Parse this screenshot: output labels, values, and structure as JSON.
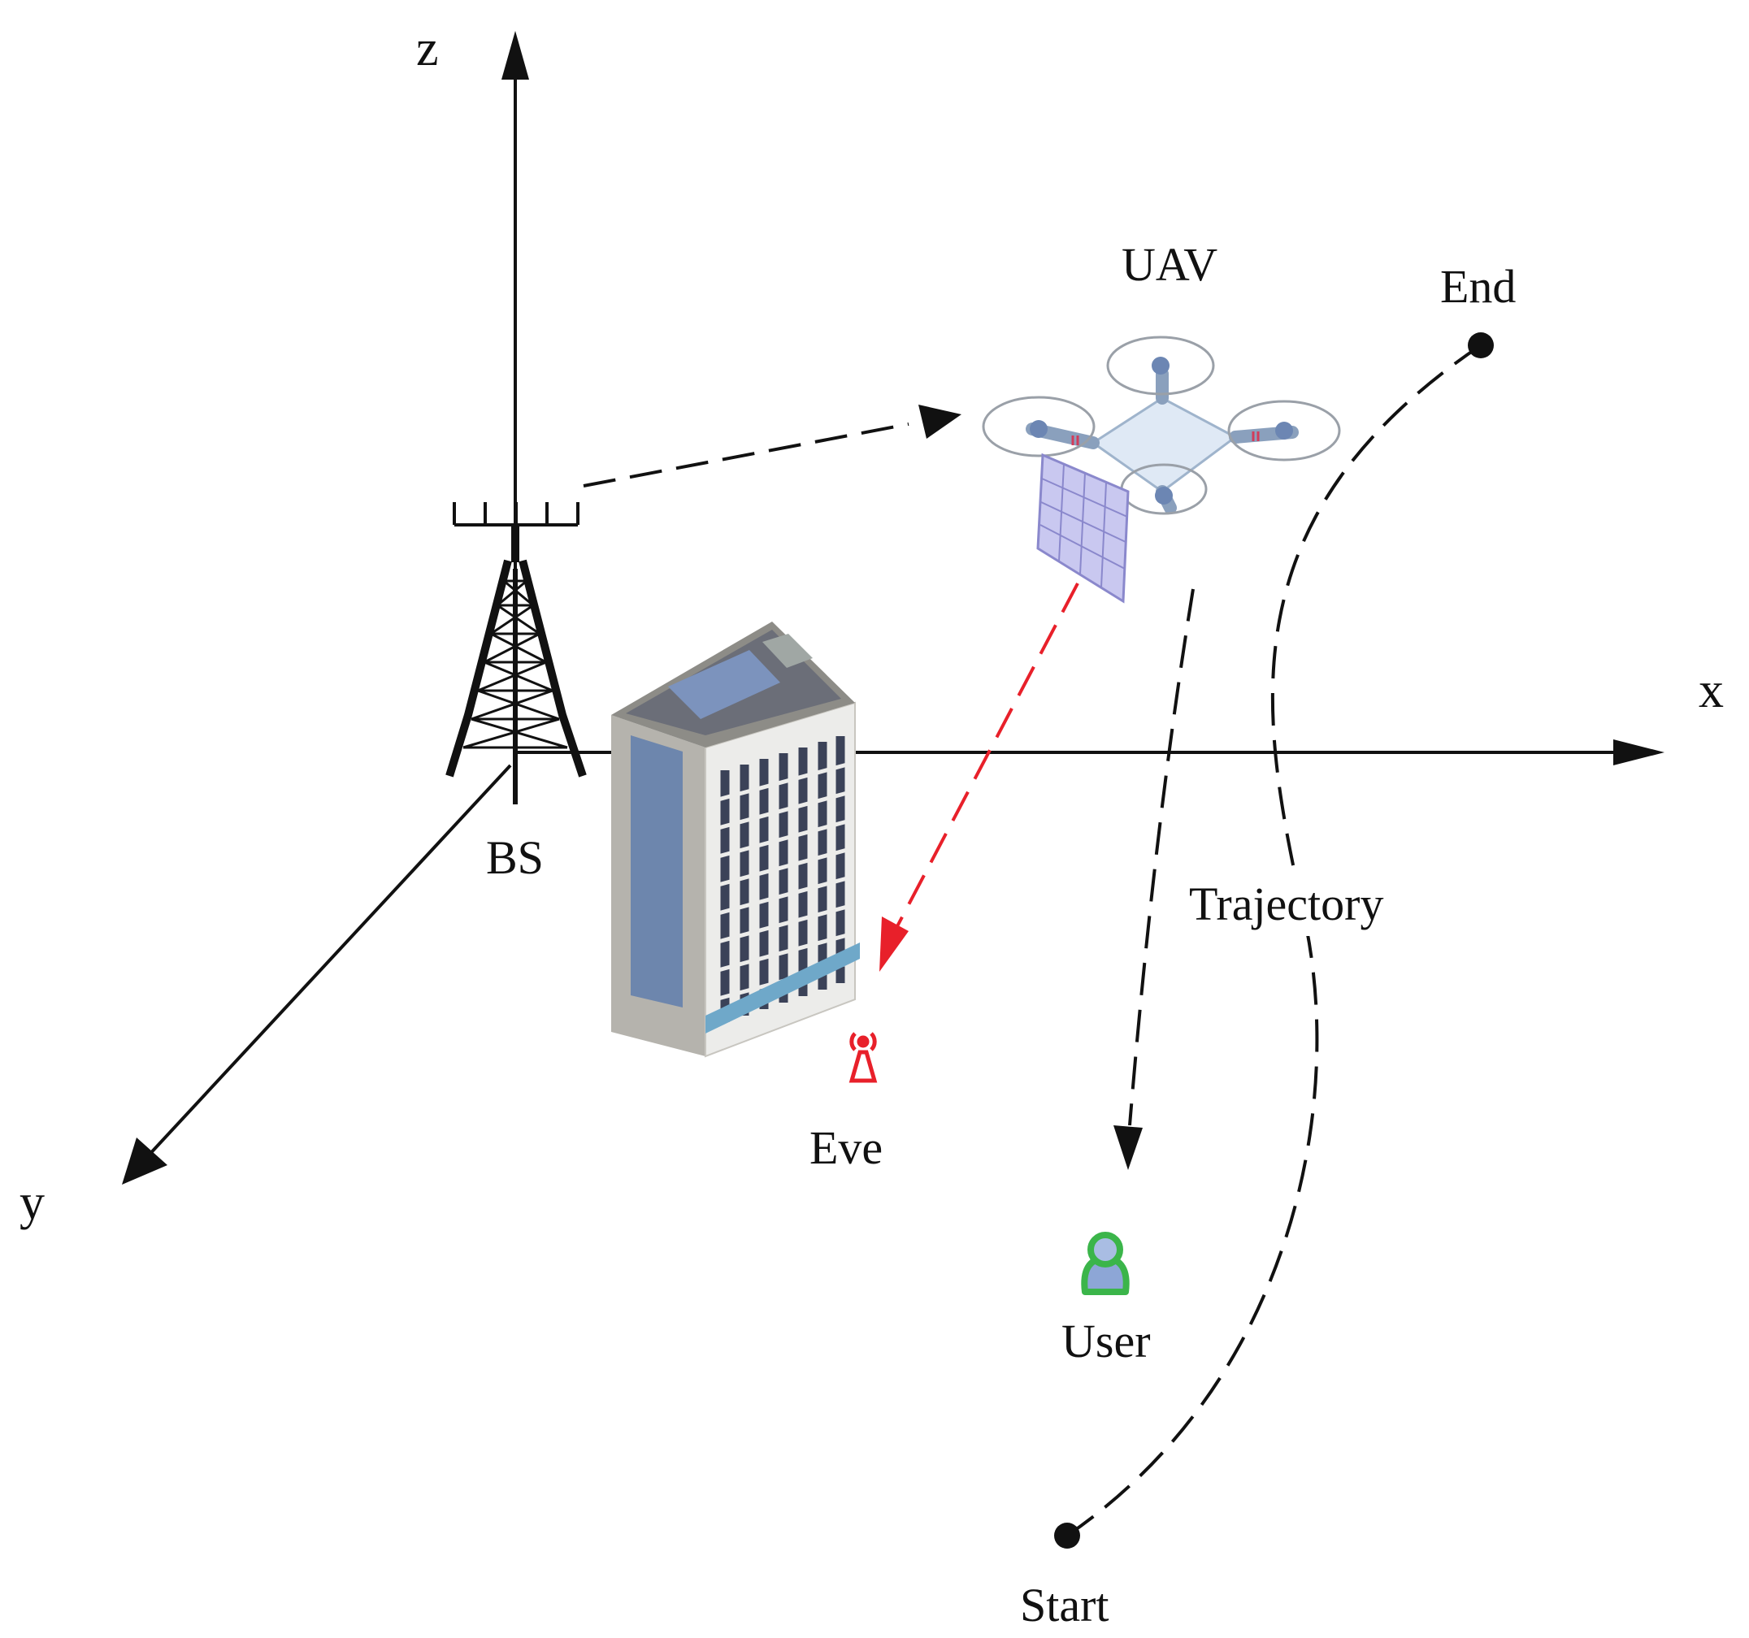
{
  "axes": {
    "x": "x",
    "y": "y",
    "z": "z"
  },
  "labels": {
    "bs": "BS",
    "uav": "UAV",
    "eve": "Eve",
    "user": "User",
    "trajectory": "Trajectory",
    "start": "Start",
    "end": "End"
  },
  "colors": {
    "line": "#111111",
    "eve_link": "#e8202a",
    "user_icon": "#3bb54a",
    "uav_body": "#dfe9f5",
    "uav_panel": "#a9a7e6",
    "building_front": "#ececea",
    "building_side": "#b5b3ad",
    "building_glass": "#6d86ad"
  },
  "links": [
    {
      "from": "bs",
      "to": "uav",
      "style": "dashed",
      "color": "black"
    },
    {
      "from": "uav",
      "to": "eve",
      "style": "dashed",
      "color": "red"
    },
    {
      "from": "uav",
      "to": "user",
      "style": "dashed",
      "color": "black"
    }
  ]
}
